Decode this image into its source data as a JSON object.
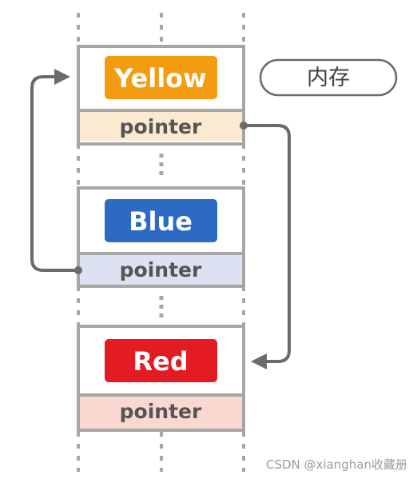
{
  "colors": {
    "frame": "#a6a6a6",
    "arrow": "#6b6b6b",
    "pointer_text": "#555555"
  },
  "memory_label": "内存",
  "nodes": [
    {
      "label": "Yellow",
      "color": "#f39c12",
      "pointer_label": "pointer",
      "pointer_color": "#fbe9d0"
    },
    {
      "label": "Blue",
      "color": "#2d6ac4",
      "pointer_label": "pointer",
      "pointer_color": "#dde2f2"
    },
    {
      "label": "Red",
      "color": "#e31b23",
      "pointer_label": "pointer",
      "pointer_color": "#f9d8d2"
    }
  ],
  "links": [
    {
      "from": "Yellow",
      "to": "Red"
    },
    {
      "from": "Blue",
      "to": "Yellow"
    }
  ],
  "watermark": "CSDN @xianghan收藏册"
}
